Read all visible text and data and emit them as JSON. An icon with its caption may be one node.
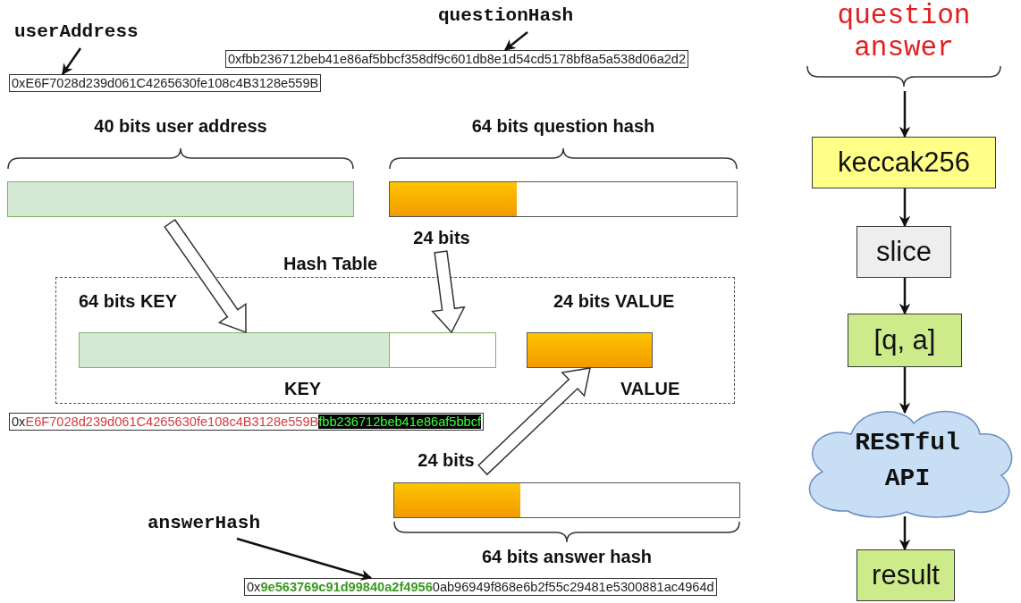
{
  "diagram": {
    "nodes": [
      {
        "text": [
          "userAddress"
        ]
      },
      {
        "text": [
          "0xE6F7028d239d061C4265630fe108c4B3128e559B"
        ]
      },
      {
        "text": [
          "questionHash"
        ]
      },
      {
        "text": [
          "0xfbb236712beb41e86af5bbcf358df9c601db8e1d54cd5178bf8a5a538d06a2d2"
        ]
      },
      {
        "text": [
          "40 bits user address"
        ]
      },
      {
        "text": [
          "64 bits question hash"
        ]
      },
      {
        "text": [
          "24 bits"
        ]
      },
      {
        "text": [
          "Hash Table"
        ]
      },
      {
        "text": [
          "64 bits KEY",
          "KEY"
        ],
        "in": 7
      },
      {
        "text": [
          "24 bits VALUE",
          "VALUE"
        ],
        "in": 7
      },
      {
        "text": [
          "0x",
          "E6F7028d239d061C4265630fe108c4B3128e559B",
          "fbb236712beb41e86af5bbcf"
        ]
      },
      {
        "text": [
          "24 bits"
        ]
      },
      {
        "text": [
          "64 bits answer hash"
        ]
      },
      {
        "text": [
          "answerHash"
        ]
      },
      {
        "text": [
          "0x",
          "9e563769c91d99840a2f4956",
          "0ab96949f868e6b2f55c29481e5300881ac4964d"
        ]
      },
      {
        "text": [
          "question answer"
        ]
      },
      {
        "text": [
          "keccak256"
        ]
      },
      {
        "text": [
          "slice"
        ]
      },
      {
        "text": [
          "[q, a]"
        ]
      },
      {
        "text": [
          "RESTful API"
        ]
      },
      {
        "text": [
          "result"
        ]
      }
    ],
    "edges": [
      {
        "from": 0,
        "to": 1,
        "arrow": "to"
      },
      {
        "from": 2,
        "to": 3,
        "arrow": "to"
      },
      {
        "from": 4,
        "to": 8,
        "arrow": "to",
        "style": "thick"
      },
      {
        "from": 6,
        "to": 8,
        "arrow": "to",
        "style": "thick"
      },
      {
        "from": 11,
        "to": 9,
        "arrow": "to",
        "style": "thick"
      },
      {
        "from": 13,
        "to": 14,
        "arrow": "to"
      },
      {
        "from": 15,
        "to": 16,
        "arrow": "to"
      },
      {
        "from": 16,
        "to": 17,
        "arrow": "to"
      },
      {
        "from": 17,
        "to": 18,
        "arrow": "to"
      },
      {
        "from": 18,
        "to": 19,
        "arrow": "to"
      },
      {
        "from": 19,
        "to": 20,
        "arrow": "to"
      }
    ]
  }
}
